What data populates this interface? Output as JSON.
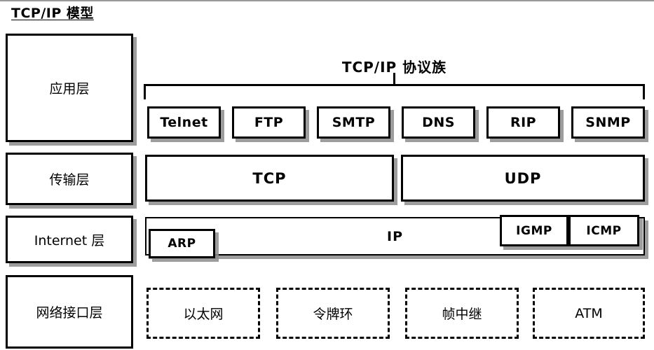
{
  "title": "TCP/IP 模型",
  "suite": {
    "label": "TCP/IP 协议族"
  },
  "layers": [
    {
      "name": "application",
      "label": "应用层"
    },
    {
      "name": "transport",
      "label": "传输层"
    },
    {
      "name": "internet",
      "label": "Internet 层"
    },
    {
      "name": "network-interface",
      "label": "网络接口层"
    }
  ],
  "application_protocols": [
    {
      "label": "Telnet"
    },
    {
      "label": "FTP"
    },
    {
      "label": "SMTP"
    },
    {
      "label": "DNS"
    },
    {
      "label": "RIP"
    },
    {
      "label": "SNMP"
    }
  ],
  "transport_protocols": [
    {
      "label": "TCP"
    },
    {
      "label": "UDP"
    }
  ],
  "internet_protocols": {
    "main": "IP",
    "arp": "ARP",
    "igmp": "IGMP",
    "icmp": "ICMP"
  },
  "network_interface_technologies": [
    {
      "label": "以太网"
    },
    {
      "label": "令牌环"
    },
    {
      "label": "帧中继"
    },
    {
      "label": "ATM"
    }
  ],
  "colors": {
    "line": "#000000",
    "shadow": "#8c8c8c",
    "background": "#ffffff"
  }
}
